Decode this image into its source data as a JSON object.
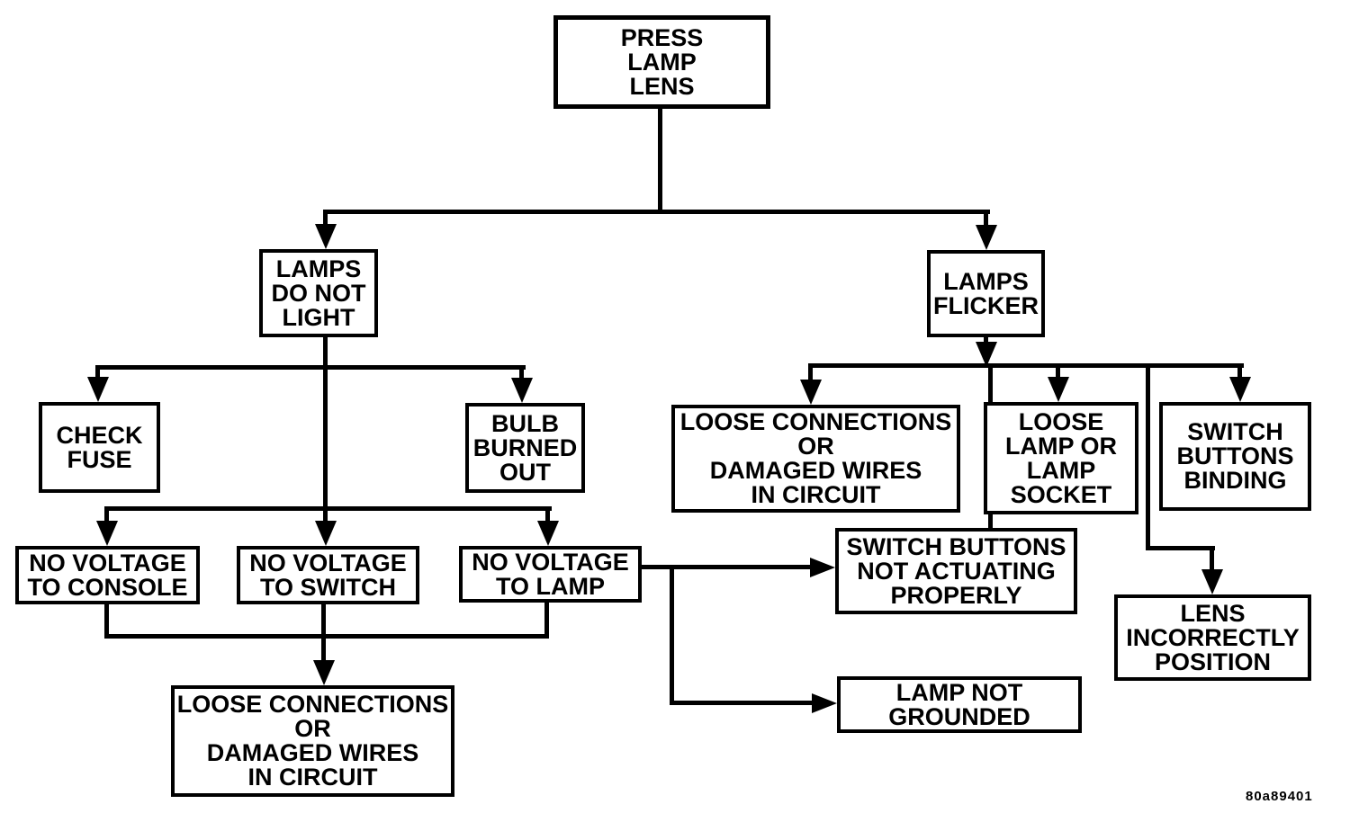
{
  "diagram": {
    "title_node": "PRESS\nLAMP\nLENS",
    "figure_code": "80a89401",
    "colors": {
      "line": "#000000",
      "background": "#ffffff",
      "text": "#000000"
    },
    "nodes": {
      "press_lamp_lens": {
        "label": "PRESS\nLAMP\nLENS"
      },
      "lamps_do_not_light": {
        "label": "LAMPS\nDO NOT\nLIGHT"
      },
      "lamps_flicker": {
        "label": "LAMPS\nFLICKER"
      },
      "check_fuse": {
        "label": "CHECK\nFUSE"
      },
      "bulb_burned_out": {
        "label": "BULB\nBURNED\nOUT"
      },
      "no_voltage_to_console": {
        "label": "NO VOLTAGE\nTO CONSOLE"
      },
      "no_voltage_to_switch": {
        "label": "NO VOLTAGE\nTO SWITCH"
      },
      "no_voltage_to_lamp": {
        "label": "NO VOLTAGE\nTO LAMP"
      },
      "loose_connections_left": {
        "label": "LOOSE CONNECTIONS\nOR\nDAMAGED WIRES\nIN CIRCUIT"
      },
      "loose_connections_right": {
        "label": "LOOSE CONNECTIONS\nOR\nDAMAGED WIRES\nIN CIRCUIT"
      },
      "loose_lamp_socket": {
        "label": "LOOSE\nLAMP OR\nLAMP\nSOCKET"
      },
      "switch_buttons_binding": {
        "label": "SWITCH\nBUTTONS\nBINDING"
      },
      "switch_buttons_not_actuating": {
        "label": "SWITCH BUTTONS\nNOT ACTUATING\nPROPERLY"
      },
      "lamp_not_grounded": {
        "label": "LAMP NOT\nGROUNDED"
      },
      "lens_incorrectly_position": {
        "label": "LENS\nINCORRECTLY\nPOSITION"
      }
    },
    "edges": [
      {
        "from": "press_lamp_lens",
        "to": "lamps_do_not_light"
      },
      {
        "from": "press_lamp_lens",
        "to": "lamps_flicker"
      },
      {
        "from": "lamps_do_not_light",
        "to": "check_fuse"
      },
      {
        "from": "lamps_do_not_light",
        "to": "bulb_burned_out"
      },
      {
        "from": "lamps_do_not_light",
        "to": "no_voltage_to_console"
      },
      {
        "from": "lamps_do_not_light",
        "to": "no_voltage_to_switch"
      },
      {
        "from": "lamps_do_not_light",
        "to": "no_voltage_to_lamp"
      },
      {
        "from": "no_voltage_to_console",
        "to": "loose_connections_left"
      },
      {
        "from": "no_voltage_to_switch",
        "to": "loose_connections_left"
      },
      {
        "from": "no_voltage_to_lamp",
        "to": "loose_connections_left"
      },
      {
        "from": "no_voltage_to_lamp",
        "to": "switch_buttons_not_actuating"
      },
      {
        "from": "no_voltage_to_lamp",
        "to": "lamp_not_grounded"
      },
      {
        "from": "lamps_flicker",
        "to": "loose_connections_right"
      },
      {
        "from": "lamps_flicker",
        "to": "loose_lamp_socket"
      },
      {
        "from": "lamps_flicker",
        "to": "switch_buttons_binding"
      },
      {
        "from": "lamps_flicker",
        "to": "switch_buttons_not_actuating"
      },
      {
        "from": "lamps_flicker",
        "to": "lens_incorrectly_position"
      }
    ]
  }
}
